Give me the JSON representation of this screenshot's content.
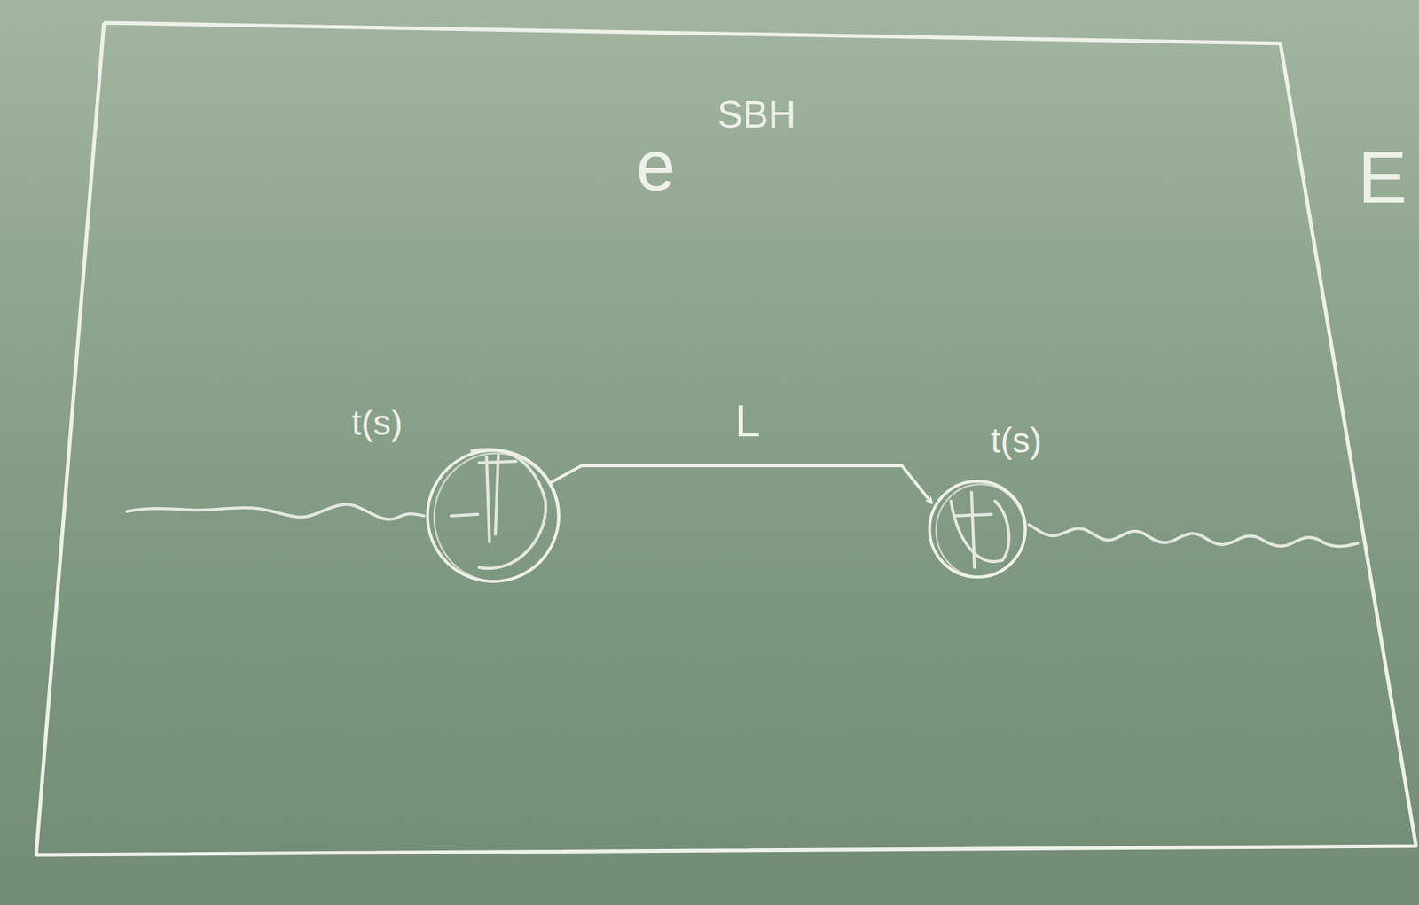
{
  "diagram": {
    "nodes": [
      {
        "text": [
          "e",
          "SBH"
        ]
      },
      {
        "text": [
          "t(s)"
        ],
        "in": 0
      },
      {
        "text": [
          "t(s)"
        ],
        "in": 0
      }
    ],
    "edges": [
      {
        "from": 1,
        "to": 2,
        "arrow": "to",
        "label": "L"
      }
    ],
    "labels": [
      "E"
    ]
  }
}
